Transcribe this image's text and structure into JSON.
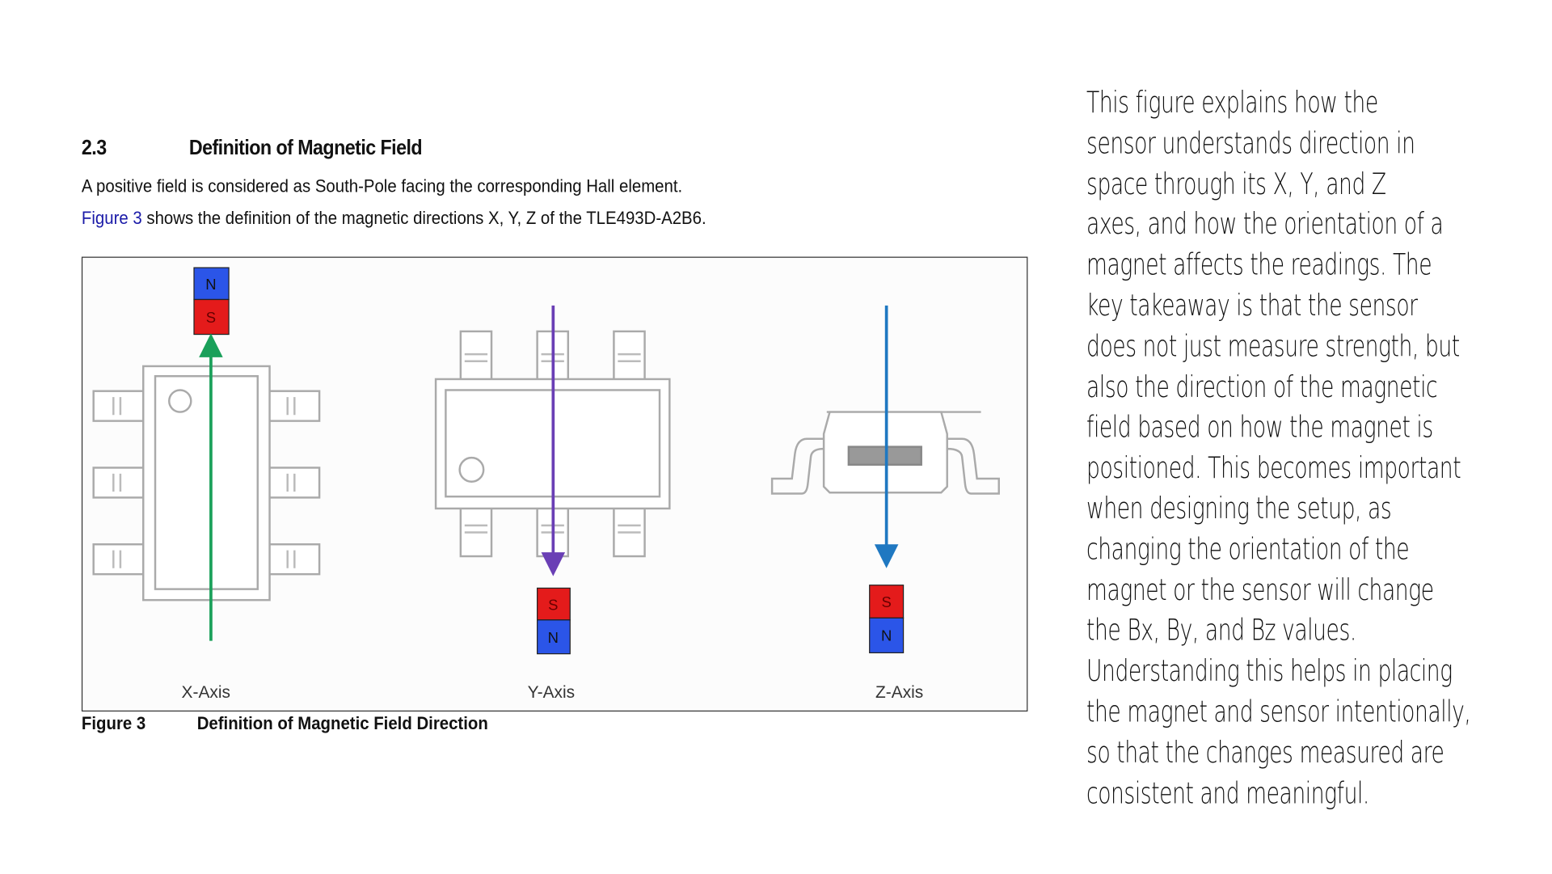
{
  "section": {
    "number": "2.3",
    "title": "Definition of Magnetic Field",
    "paragraph1": "A positive field is considered as South-Pole facing the corresponding Hall element.",
    "paragraph2_link": "Figure 3",
    "paragraph2_rest": " shows the definition of the magnetic directions X, Y, Z of the TLE493D-A2B6."
  },
  "figure": {
    "axes": [
      {
        "label": "X-Axis",
        "magnet_top": "N",
        "magnet_bottom": "S",
        "arrow_direction": "up",
        "arrow_color": "#1aa05a"
      },
      {
        "label": "Y-Axis",
        "magnet_top": "S",
        "magnet_bottom": "N",
        "arrow_direction": "down",
        "arrow_color": "#6a3fb5"
      },
      {
        "label": "Z-Axis",
        "magnet_top": "S",
        "magnet_bottom": "N",
        "arrow_direction": "down",
        "arrow_color": "#1f78c1"
      }
    ],
    "colors": {
      "north": "#2b55e8",
      "south": "#e41b1b"
    },
    "caption_number": "Figure 3",
    "caption_title": "Definition of Magnetic Field Direction"
  },
  "note": {
    "lines": [
      "This figure explains how the",
      "sensor understands direction in",
      "space through its X, Y, and Z",
      "axes, and how the orientation of a",
      "magnet affects the readings. The",
      "key takeaway is that the sensor",
      "does not just measure strength, but",
      "also the direction of the magnetic",
      "field based on how the magnet is",
      "positioned. This becomes important",
      "when designing the setup, as",
      "changing the orientation of the",
      "magnet or the sensor will change",
      "the Bx, By, and Bz values.",
      "Understanding this helps in placing",
      "the magnet and sensor intentionally,",
      "so that the changes measured are",
      "consistent and meaningful."
    ]
  }
}
